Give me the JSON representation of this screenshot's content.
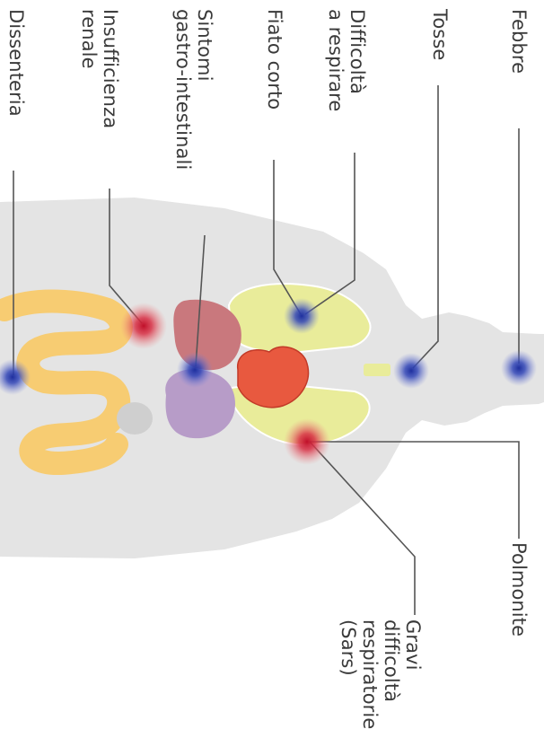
{
  "labels": {
    "febbre": "Febbre",
    "tosse": "Tosse",
    "difficolta": "Difficoltà\na respirare",
    "fiato": "Fiato corto",
    "sintomi": "Sintomi\ngastro-intestinali",
    "insufficienza": "Insufficienza\nrenale",
    "dissenteria": "Dissenteria",
    "polmonite": "Polmonite",
    "gravi": "Gravi\ndifficoltà\nrespiratorie\n(Sars)"
  },
  "colors": {
    "body": "#e4e4e4",
    "lungs": "#e9ec9a",
    "intestine": "#f7cc72",
    "heart": "#e8593f",
    "liver": "#c9787d",
    "stomach": "#b79cc8",
    "spot_blue": "#2a3fb0",
    "spot_red": "#d0202f",
    "line": "#555555"
  }
}
